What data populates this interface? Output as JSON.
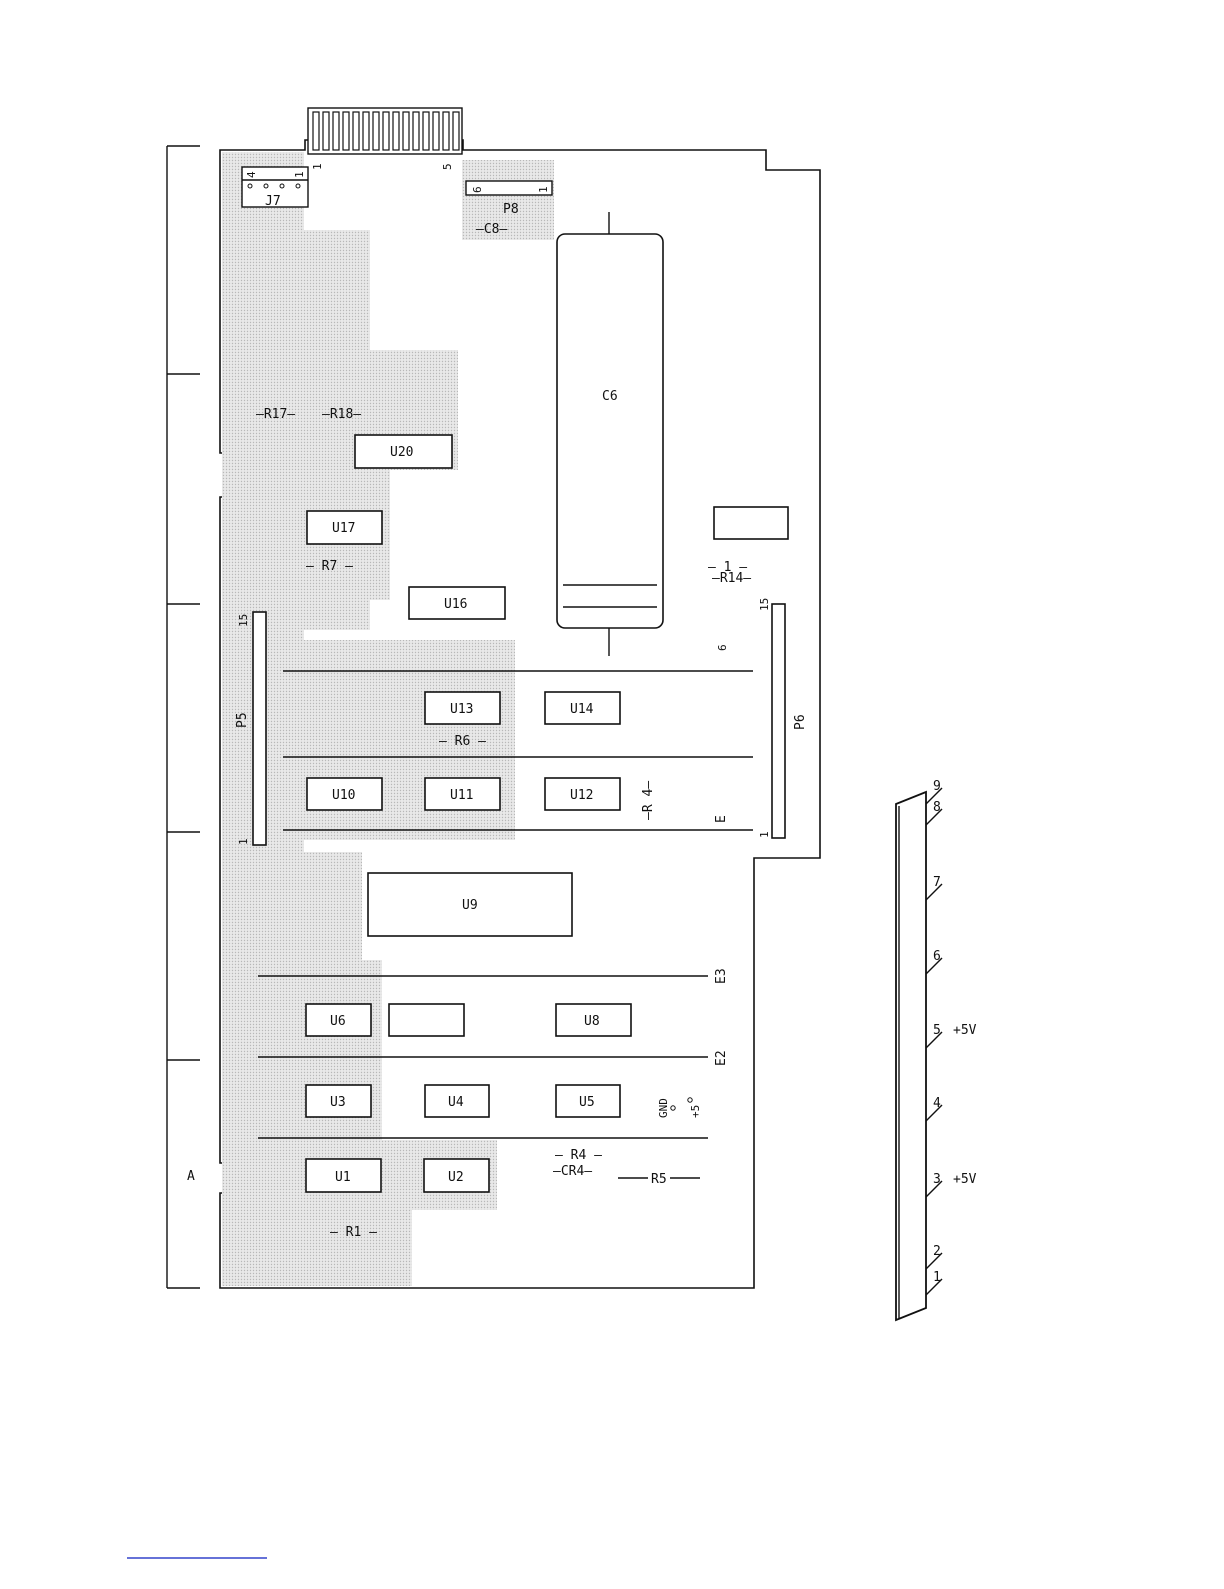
{
  "board": {
    "chips": {
      "u20": "U20",
      "u17": "U17",
      "u16": "U16",
      "u13": "U13",
      "u14": "U14",
      "u10": "U10",
      "u11": "U11",
      "u12": "U12",
      "u9": "U9",
      "u6": "U6",
      "u8": "U8",
      "u3": "U3",
      "u4": "U4",
      "u5": "U5",
      "u1": "U1",
      "u2": "U2"
    },
    "capacitors": {
      "c6": "C6",
      "c8": "—C8—"
    },
    "resistors": {
      "r17": "—R17—",
      "r18": "—R18—",
      "r7": "— R7 —",
      "r6": "— R6 —",
      "r14_top": "— 1 —",
      "r14": "—R14—",
      "r_4": "—R 4—",
      "r4": "— R4 —",
      "cr4": "—CR4—",
      "r5": "R5",
      "r1": "— R1 —"
    },
    "connectors": {
      "j7": "J7",
      "j7_pin4": "4",
      "j7_pin1": "1",
      "p8": "P8",
      "p8_pin6": "6",
      "p8_pin1": "1",
      "edge_pin1": "1",
      "edge_pin5": "5",
      "p5": "P5",
      "p5_pin15": "15",
      "p5_pin1": "1",
      "p6": "P6",
      "p6_pin15": "15",
      "p6_pin1": "1"
    },
    "rows": {
      "row_6": "6",
      "row_e": "E",
      "row_e3": "E3",
      "row_e2": "E2"
    },
    "power": {
      "gnd": "GND",
      "plus5": "+5"
    },
    "side_label_a": "A"
  },
  "edge_strip": {
    "pins": [
      "9",
      "8",
      "7",
      "6",
      "5",
      "4",
      "3",
      "2",
      "1"
    ],
    "pin5_label": "+5V",
    "pin3_label": "+5V"
  },
  "colors": {
    "ink": "#111111",
    "shade": "#dcdcdc",
    "paper": "#ffffff",
    "link": "#3344cc"
  }
}
